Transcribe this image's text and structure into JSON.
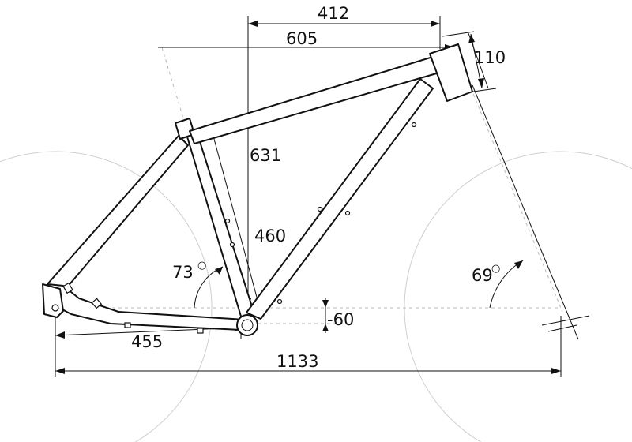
{
  "diagram": {
    "dimensions": {
      "reach": "412",
      "top_tube": "605",
      "head_tube": "110",
      "stack": "631",
      "seat_tube": "460",
      "bb_drop": "-60",
      "chainstay": "455",
      "wheelbase": "1133"
    },
    "angles": {
      "seat_angle": "73",
      "head_angle": "69",
      "degree_symbol": "○"
    }
  }
}
